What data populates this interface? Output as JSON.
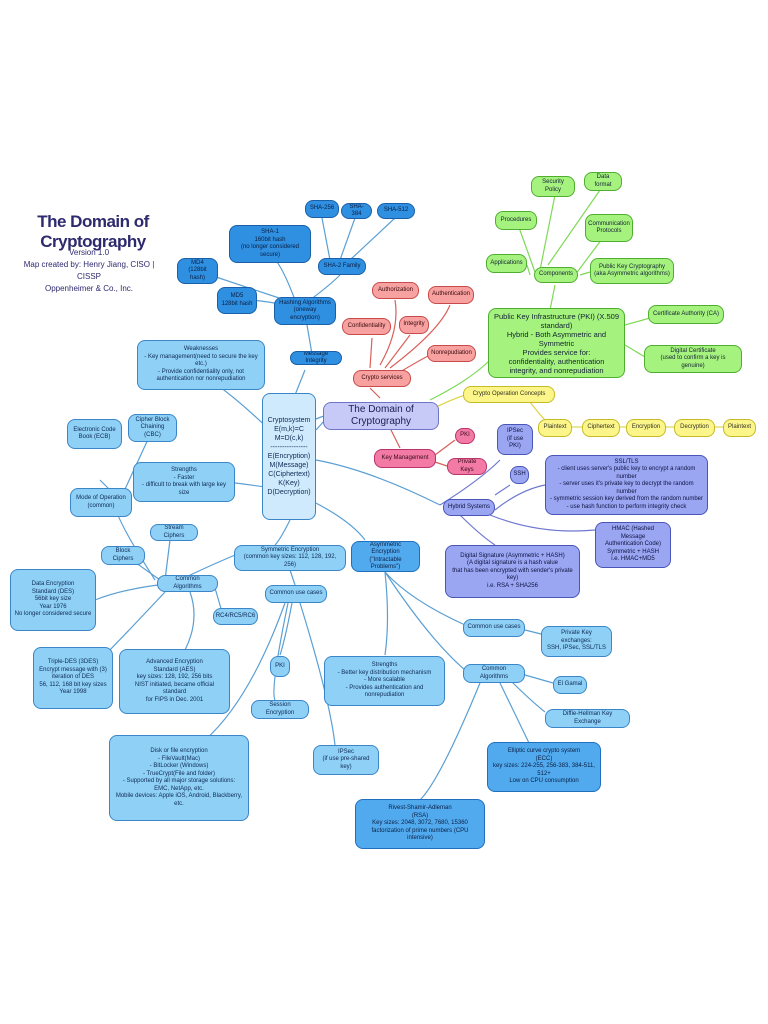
{
  "title": "The Domain of Cryptography",
  "credit_lines": [
    "Version 1.0",
    "Map created by: Henry Jiang, CISO | CISSP",
    "Oppenheimer & Co., Inc."
  ],
  "nodes": {
    "center": "The Domain of Cryptography",
    "cryptosystem": "Cryptosystem\nE(m,k)=C\nM=D(c,k)\n----------------\nE(Encryption)\nM(Message)\nC(Ciphertext)\nK(Key)\nD(Decryption)",
    "message_integrity": "Message Integrity",
    "hashing": "Hashing Algorithms\n(oneway encryption)",
    "sha1": "SHA-1\n160bit hash\n(no longer considered secure)",
    "md4": "MD4\n(128bit hash)",
    "md5": "MD5\n128bit hash",
    "sha2": "SHA-2 Family",
    "sha256": "SHA-256",
    "sha384": "SHA-384",
    "sha512": "SHA-512",
    "crypto_services": "Crypto services",
    "authorization": "Authorization",
    "authentication": "Authentication",
    "confidentiality": "Confidentiality",
    "integrity": "Integrity",
    "nonrepudiation": "Nonrepudiation",
    "key_management": "Key Management",
    "pki_small": "PKI",
    "private_keys": "Private Keys",
    "pki_main": "Public Key Infrastructure (PKI) (X.509 standard)\nHybrid - Both Asymmetric and Symmetric\nProvides service for:\nconfidentiality, authentication\nintegrity, and nonrepudiation",
    "components": "Components",
    "security_policy": "Security Policy",
    "data_format": "Data format",
    "procedures": "Procedures",
    "communication_protocols": "Communication\nProtocols",
    "applications": "Applications",
    "pk_cryptography": "Public Key Cryptography\n(aka Asymmetric algorithms)",
    "certificate_authority": "Certificate Authority (CA)",
    "digital_certificate": "Digital Certificate\n(used to confirm a key is genuine)",
    "crypto_operation": "Crypto Operation Concepts",
    "op_plaintext1": "Plaintext",
    "op_ciphertext": "Ciphertext",
    "op_encryption": "Encryption",
    "op_decryption": "Decryption",
    "op_plaintext2": "Plaintext",
    "ipsec_purple": "IPSec\n(if use PKI)",
    "ssh": "SSH",
    "hybrid_systems": "Hybrid Systems",
    "ssl_tls": "SSL/TLS\n- client uses server's public key to encrypt a random number\n- server uses it's private key to decrypt the random number\n- symmetric session key derived from the random number\n- use hash function to perform integrity check",
    "hmac": "HMAC (Hashed Message\nAuthentication Code)\nSymmetric + HASH\ni.e. HMAC+MD5",
    "digital_signature": "Digital Signature (Asymmetric + HASH)\n(A digital signature is a hash value\nthat has been encrypted with sender's private key)\ni.e. RSA + SHA256",
    "weaknesses": "Weaknesses\n- Key management(need to secure the key etc.)\n- Provide confidentiality only, not\nauthentication nor nonrepudiation",
    "strengths_sym": "Strengths\n- Faster\n- difficult to break with large key size",
    "ecb": "Electronic Code\nBook (ECB)",
    "cbc": "Cipher Block\nChaining (CBC)",
    "modes": "Mode of Operation\n(common)",
    "stream_ciphers": "Stream Ciphers",
    "block_ciphers": "Block Ciphers",
    "symmetric": "Symmetric Encryption\n(common key sizes: 112, 128, 192, 256)",
    "common_algorithms_sym": "Common Algorithms",
    "des": "Data Encryption\nStandard (DES)\n56bit key size\nYear 1976\nNo longer considered secure",
    "rc4": "RC4/RC5/RC6",
    "tdes": "Triple-DES (3DES)\nEncrypt message with (3)\niteration of DES\n56, 112, 168 bit key sizes\nYear 1998",
    "aes": "Advanced Encryption\nStandard (AES)\nkey sizes: 128, 192, 256 bits\nNIST initiated, became official standard\nfor FIPS in Dec. 2001",
    "common_use_sym": "Common use cases",
    "pki_use": "PKI",
    "session_encryption": "Session Encryption",
    "disk_encryption": "Disk or file encryption\n- FileVault(Mac)\n- BitLocker (Windows)\n- TrueCrypt(File and folder)\n- Supported by all major storage solutions:\nEMC, NetApp, etc.\nMobile devices: Apple iOS, Android, Blackberry, etc.",
    "ipsec_psk": "IPSec\n(if use pre-shared key)",
    "asymmetric": "Asymmetric Encryption\n(\"Intractable Problems\")",
    "common_use_asym": "Common use cases",
    "private_key_exchanges": "Private Key exchanges:\nSSH, IPSec, SSL/TLS",
    "strengths_asym": "Strengths\n- Better key distribution mechanism\n- More scalable\n- Provides authentication and nonrepudiation",
    "common_algorithms_asym": "Common Algorithms",
    "el_gamal": "El Gamal",
    "diffie_hellman": "Diffie-Hellman Key Exchange",
    "ecc": "Elliptic curve crypto system\n(ECC)\nkey sizes: 224-255, 256-383, 384-511, 512+\nLow on CPU consumption",
    "rsa": "Rivest-Shamir-Adleman\n(RSA)\nKey sizes: 2048, 3072, 7680, 15360\nfactorization of prime numbers (CPU intensive)"
  },
  "colors": {
    "blue_edge": "#5a9fd4",
    "red_edge": "#d9605a",
    "green_edge": "#7ed957",
    "yellow_edge": "#e0d44a",
    "purple_edge": "#6e78d0"
  }
}
